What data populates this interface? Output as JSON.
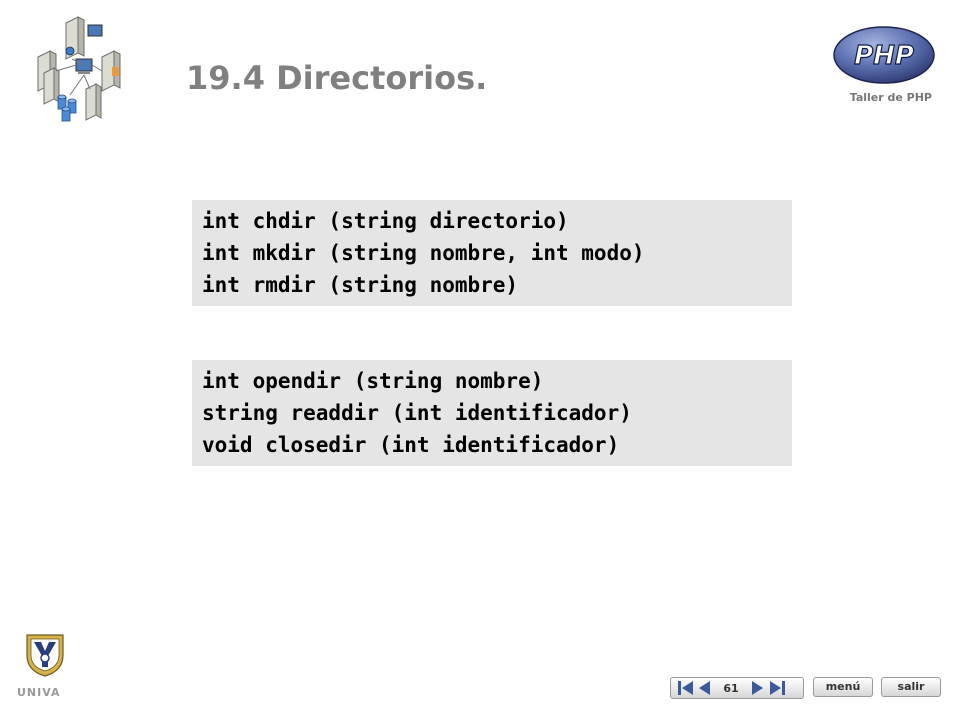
{
  "header": {
    "title": "19.4 Directorios.",
    "logo_caption": "Taller de PHP",
    "logo_text": "PHP"
  },
  "code_blocks": [
    {
      "lines": [
        "int chdir (string directorio)",
        "int mkdir (string nombre, int modo)",
        "int rmdir (string nombre)"
      ]
    },
    {
      "lines": [
        "int opendir (string nombre)",
        "string readdir (int identificador)",
        "void closedir (int identificador)"
      ]
    }
  ],
  "footer": {
    "institution": "UNIVA",
    "page_number": "61",
    "menu_label": "menú",
    "exit_label": "salir"
  },
  "colors": {
    "title": "#808080",
    "code_background": "#e5e5e5",
    "php_logo": "#5b6fb0"
  },
  "icons": {
    "header_left": "server-network-icon",
    "header_right": "php-logo",
    "footer_left": "univa-shield-logo",
    "nav": [
      "first-page-icon",
      "previous-page-icon",
      "next-page-icon",
      "last-page-icon"
    ]
  }
}
